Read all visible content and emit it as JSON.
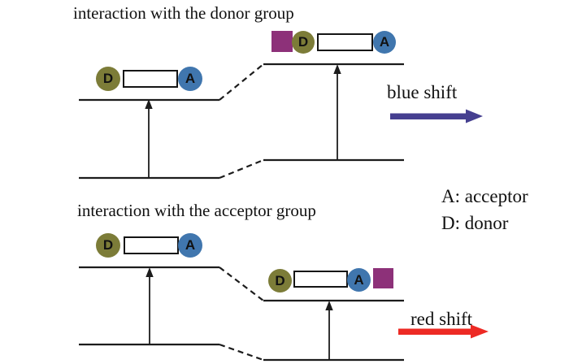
{
  "top_diagram": {
    "title": "interaction with the donor group",
    "shift_label": "blue shift",
    "shift_arrow_color": "#453f90",
    "left_molecule": {
      "donor": "D",
      "acceptor": "A"
    },
    "right_molecule": {
      "donor": "D",
      "acceptor": "A"
    }
  },
  "bottom_diagram": {
    "title": "interaction with the acceptor group",
    "shift_label": "red shift",
    "shift_arrow_color": "#ed2a24",
    "left_molecule": {
      "donor": "D",
      "acceptor": "A"
    },
    "right_molecule": {
      "donor": "D",
      "acceptor": "A"
    }
  },
  "legend": {
    "acceptor": "A: acceptor",
    "donor": "D: donor"
  },
  "colors": {
    "donor_circle": "#7c7c38",
    "acceptor_circle": "#4076ae",
    "substituent_square": "#8d3179",
    "line": "#1c1c1c"
  }
}
